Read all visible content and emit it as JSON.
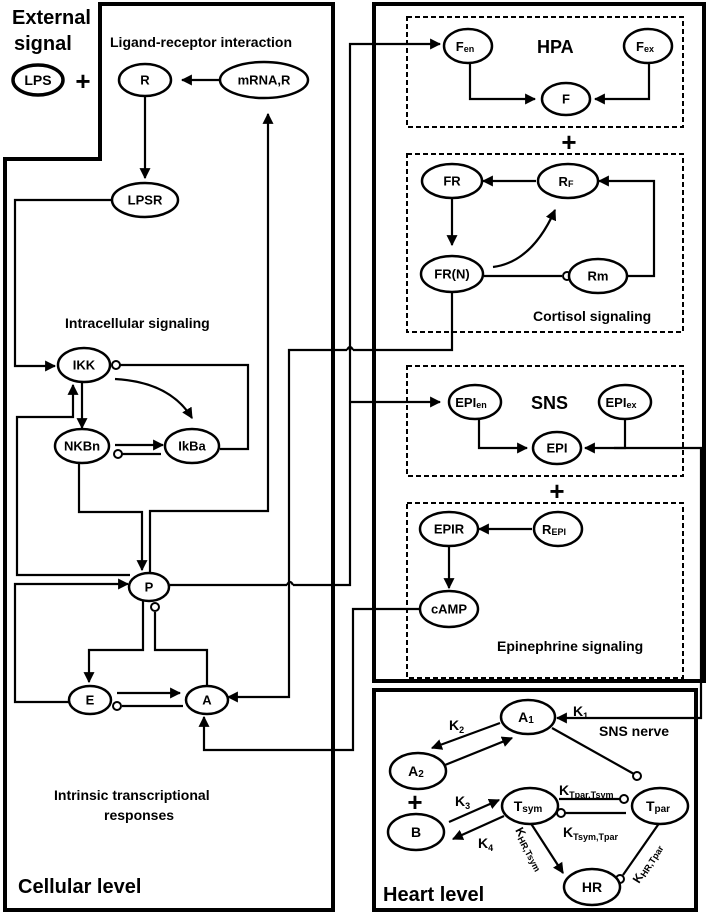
{
  "external": {
    "title_line1": "External",
    "title_line2": "signal",
    "lps": "LPS",
    "plus": "+"
  },
  "cellular": {
    "panel_label": "Cellular level",
    "section_ligand": "Ligand-receptor interaction",
    "section_intracellular": "Intracellular signaling",
    "section_intrinsic_1": "Intrinsic transcriptional",
    "section_intrinsic_2": "responses",
    "nodes": {
      "R": "R",
      "mRNA_R": "mRNA,R",
      "LPSR": "LPSR",
      "IKK": "IKK",
      "NKBn": "NKBn",
      "IkBa": "IkBa",
      "P": "P",
      "E": "E",
      "A": "A"
    }
  },
  "hpa": {
    "title": "HPA",
    "nodes": {
      "F_en_base": "F",
      "F_en_sub": "en",
      "F_ex_base": "F",
      "F_ex_sub": "ex",
      "F": "F"
    }
  },
  "cortisol": {
    "label": "Cortisol signaling",
    "nodes": {
      "FR": "FR",
      "RF_base": "R",
      "RF_sub": "F",
      "FRN": "FR(N)",
      "Rm": "Rm"
    }
  },
  "sns": {
    "title": "SNS",
    "nodes": {
      "EPIen_base": "EPI",
      "EPIen_sub": "en",
      "EPIex_base": "EPI",
      "EPIex_sub": "ex",
      "EPI": "EPI"
    }
  },
  "epinephrine": {
    "label": "Epinephrine  signaling",
    "nodes": {
      "EPIR": "EPIR",
      "REPI_base": "R",
      "REPI_sub": "EPI",
      "cAMP": "cAMP"
    }
  },
  "plus_signs": [
    "+",
    "+",
    "+"
  ],
  "heart": {
    "panel_label": "Heart level",
    "sns_nerve": "SNS nerve",
    "nodes": {
      "A1_base": "A",
      "A1_sub": "1",
      "A2_base": "A",
      "A2_sub": "2",
      "B": "B",
      "Tsym_base": "T",
      "Tsym_sub": "sym",
      "Tpar_base": "T",
      "Tpar_sub": "par",
      "HR": "HR"
    },
    "rates": {
      "K1_base": "K",
      "K1_sub": "1",
      "K2_base": "K",
      "K2_sub": "2",
      "K3_base": "K",
      "K3_sub": "3",
      "K4_base": "K",
      "K4_sub": "4",
      "KTparTsym_base": "K",
      "KTparTsym_sub": "Tpar,Tsym",
      "KTsymTpar_base": "K",
      "KTsymTpar_sub": "Tsym,Tpar",
      "KHRTsym_base": "K",
      "KHRTsym_sub": "HR,Tsym",
      "KHRTpar_base": "K",
      "KHRTpar_sub": "HR,Tpar"
    }
  }
}
